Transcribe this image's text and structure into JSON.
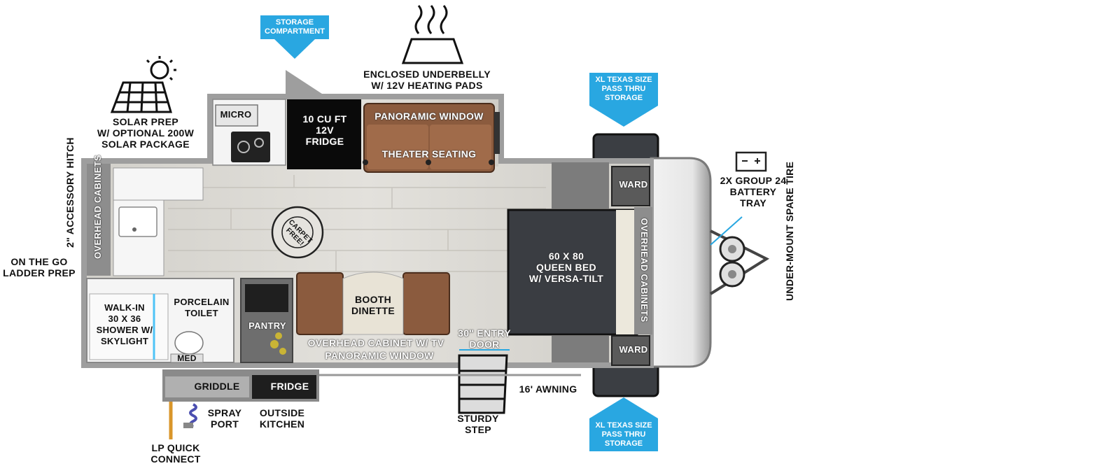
{
  "colors": {
    "callout": "#29a7e1",
    "wall": "#9c9c9c",
    "floor": "#d8d6d0",
    "wood": "#8a5a3c",
    "bed": "#3a3d42"
  },
  "callouts": {
    "storage": "STORAGE\nCOMPARTMENT",
    "xl_top": "XL TEXAS SIZE\nPASS THRU\nSTORAGE",
    "xl_bottom": "XL TEXAS SIZE\nPASS THRU\nSTORAGE"
  },
  "exterior": {
    "solar": "SOLAR PREP\nW/ OPTIONAL 200W\nSOLAR PACKAGE",
    "underbelly": "ENCLOSED UNDERBELLY\nW/ 12V HEATING PADS",
    "battery": "2X GROUP 24\nBATTERY\nTRAY",
    "spare_tire": "UNDER-MOUNT\nSPARE TIRE",
    "hitch": "2\" ACCESSORY\nHITCH",
    "ladder": "ON THE GO\nLADDER PREP",
    "awning": "16' AWNING",
    "step": "STURDY\nSTEP",
    "spray_port": "SPRAY\nPORT",
    "outside_kitchen": "OUTSIDE\nKITCHEN",
    "lp": "LP QUICK\nCONNECT",
    "griddle": "GRIDDLE",
    "fridge_out": "FRIDGE"
  },
  "interior": {
    "micro": "MICRO",
    "fridge": "10 CU FT\n12V\nFRIDGE",
    "panoramic_top": "PANORAMIC WINDOW",
    "theater": "THEATER SEATING",
    "overhead_left": "OVERHEAD\nCABINETS",
    "carpet_free": "CARPET FREE!",
    "booth": "BOOTH\nDINETTE",
    "shower": "WALK-IN\n30 X 36\nSHOWER W/\nSKYLIGHT",
    "toilet": "PORCELAIN\nTOILET",
    "pantry": "PANTRY",
    "med": "MED",
    "overhead_tv": "OVERHEAD CABINET W/ TV",
    "panoramic_bottom": "PANORAMIC WINDOW",
    "entry": "30\" ENTRY\nDOOR",
    "bed": "60 X 80\nQUEEN BED\nW/ VERSA-TILT",
    "ward_top": "WARD",
    "ward_bottom": "WARD",
    "overhead_right": "OVERHEAD CABINETS"
  }
}
